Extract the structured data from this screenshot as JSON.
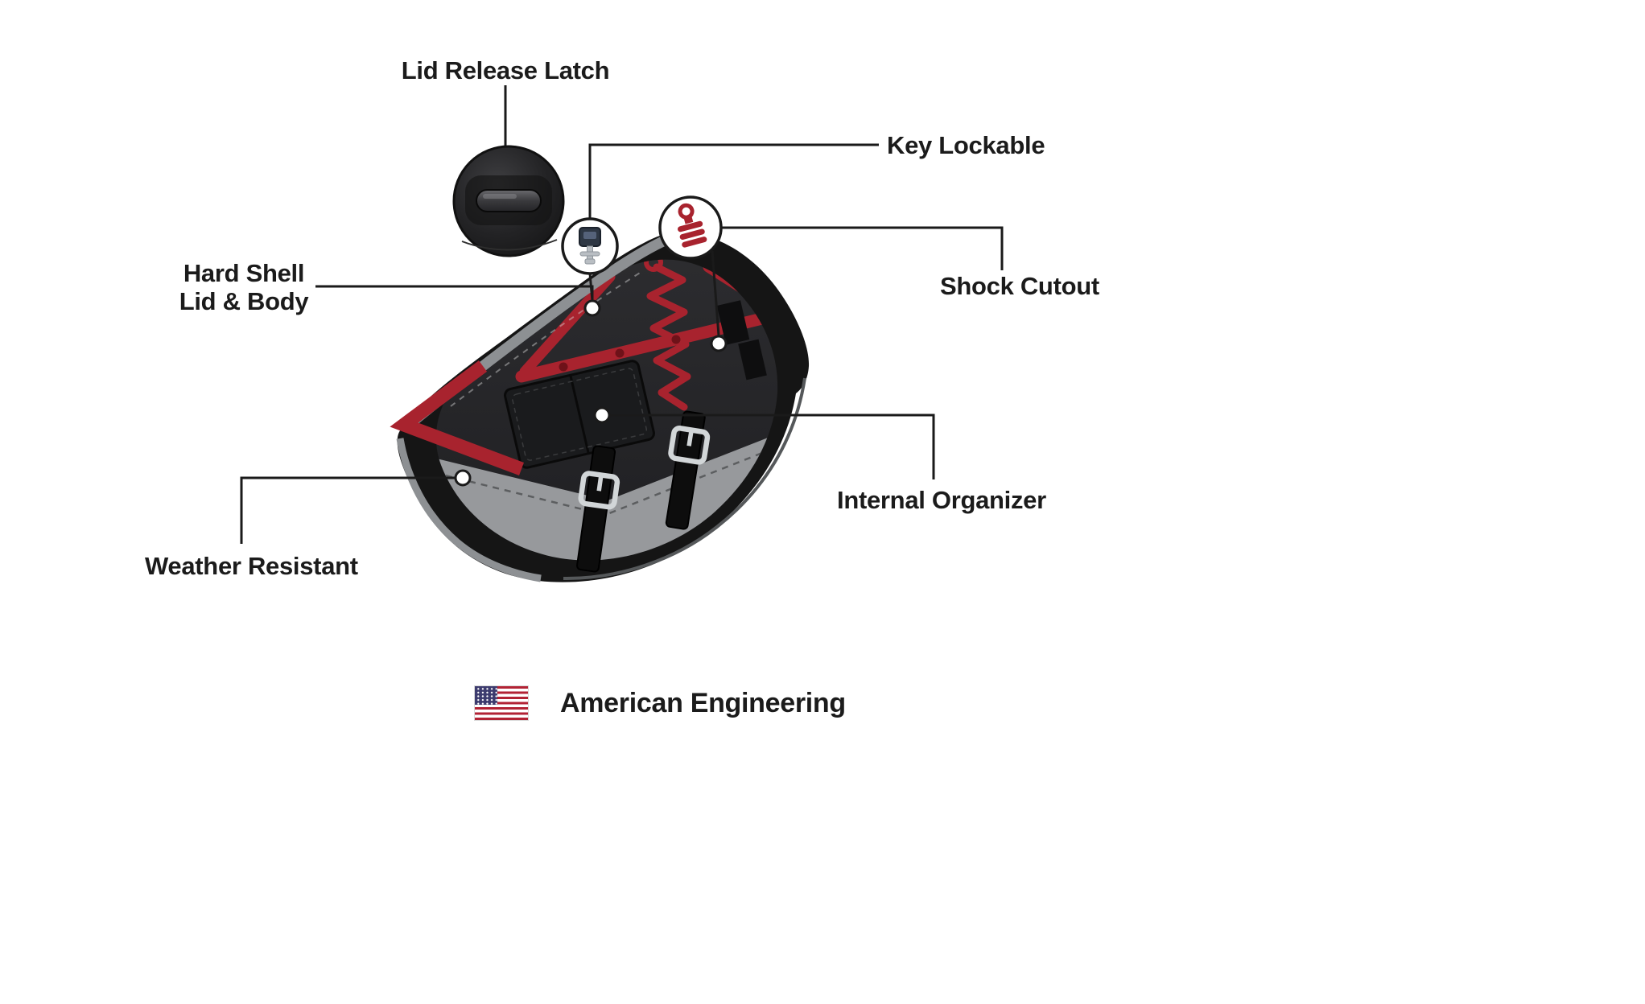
{
  "callouts": {
    "lid_release_latch": "Lid Release Latch",
    "key_lockable": "Key Lockable",
    "hard_shell_line1": "Hard Shell",
    "hard_shell_line2": "Lid & Body",
    "shock_cutout": "Shock Cutout",
    "internal_organizer": "Internal Organizer",
    "weather_resistant": "Weather Resistant"
  },
  "footer": {
    "label": "American Engineering",
    "flag_icon": "us-flag-icon"
  },
  "icons": {
    "latch_detail": "lid-latch-detail-icon",
    "key": "key-icon",
    "shock": "shock-absorber-icon",
    "flag": "us-flag-icon"
  },
  "colors": {
    "accent_red": "#A8232E",
    "bag_black": "#151515",
    "trim_gray": "#8D9093",
    "plate_gray": "#97999C",
    "line_black": "#1A1A1A",
    "flag_red": "#B22234",
    "flag_blue": "#3C3B6E",
    "text": "#1B1B1B"
  }
}
